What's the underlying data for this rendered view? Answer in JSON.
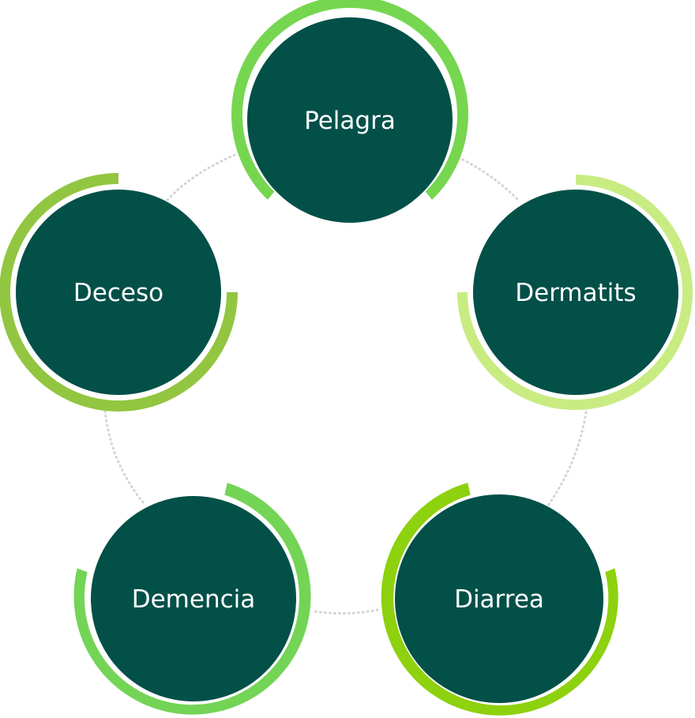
{
  "diagram": {
    "type": "cycle",
    "nodes": [
      {
        "id": "pelagra",
        "label": "Pelagra",
        "accent_color": "#76D650"
      },
      {
        "id": "dermatits",
        "label": "Dermatits",
        "accent_color": "#C8EC82"
      },
      {
        "id": "diarrea",
        "label": "Diarrea",
        "accent_color": "#8ED10E"
      },
      {
        "id": "demencia",
        "label": "Demencia",
        "accent_color": "#73D456"
      },
      {
        "id": "deceso",
        "label": "Deceso",
        "accent_color": "#92C640"
      }
    ],
    "node_fill_color": "#025048",
    "connector_color": "#D4D4D4",
    "label_color": "#FFFFFF"
  }
}
